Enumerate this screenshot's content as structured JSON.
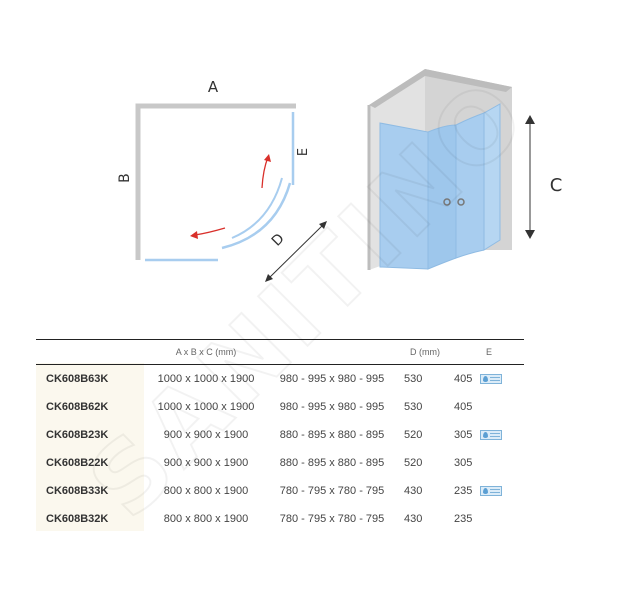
{
  "diagram": {
    "label_a": "A",
    "label_b": "B",
    "label_c": "C",
    "label_d": "D",
    "label_e": "E"
  },
  "table": {
    "headers": [
      "",
      "A x B x C (mm)",
      "",
      "D (mm)",
      "E"
    ],
    "rows": [
      {
        "code": "CK608B63K",
        "abc": "1000 x 1000 x 1900",
        "range": "980 - 995 x 980 - 995",
        "d": "530",
        "e": "405",
        "icon": true
      },
      {
        "code": "CK608B62K",
        "abc": "1000 x 1000 x 1900",
        "range": "980 - 995 x 980 - 995",
        "d": "530",
        "e": "405",
        "icon": false
      },
      {
        "code": "CK608B23K",
        "abc": "900 x 900 x 1900",
        "range": "880 - 895 x 880 - 895",
        "d": "520",
        "e": "305",
        "icon": true
      },
      {
        "code": "CK608B22K",
        "abc": "900 x 900 x 1900",
        "range": "880 - 895 x 880 - 895",
        "d": "520",
        "e": "305",
        "icon": false
      },
      {
        "code": "CK608B33K",
        "abc": "800 x 800 x 1900",
        "range": "780 - 795 x 780 - 795",
        "d": "430",
        "e": "235",
        "icon": true
      },
      {
        "code": "CK608B32K",
        "abc": "800 x 800 x 1900",
        "range": "780 - 795 x 780 - 795",
        "d": "430",
        "e": "235",
        "icon": false
      }
    ]
  },
  "watermark": {
    "text": "SANITINO"
  },
  "colors": {
    "glass": "#a8cdef",
    "frame": "#c9c9c9",
    "arrow": "#d9302b",
    "wall": "#d6d6d6"
  },
  "icons": {
    "glass_coating": "water-drop-glass-icon"
  }
}
